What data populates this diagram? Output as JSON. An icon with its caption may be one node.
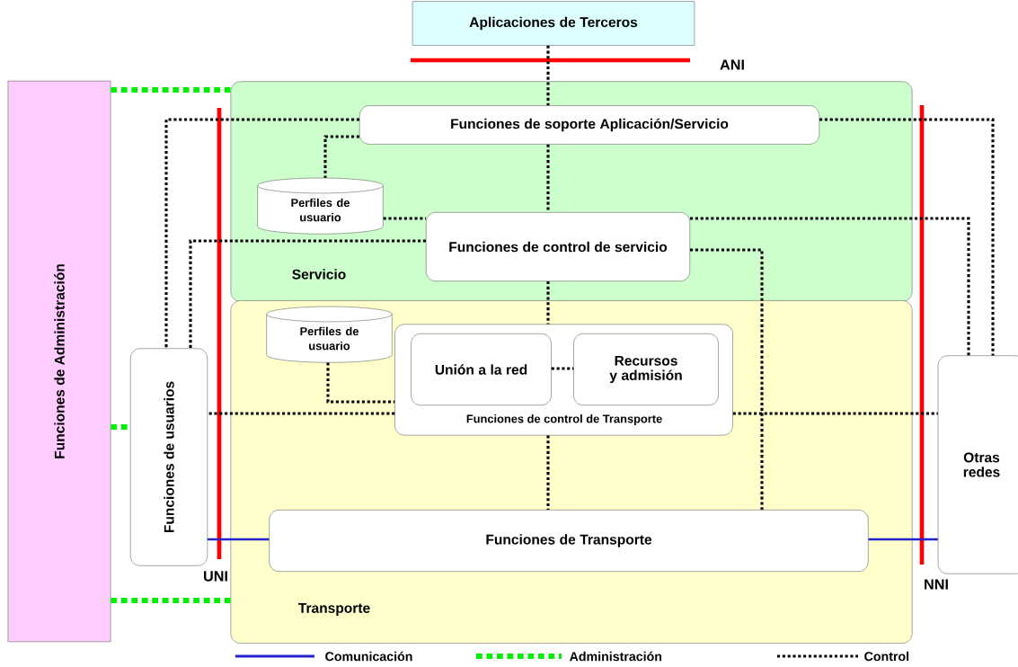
{
  "diagram": {
    "nodes": [
      {
        "text": [
          "Aplicaciones de Terceros"
        ]
      },
      {
        "text": [
          "Funciones de Administración"
        ]
      },
      {
        "text": [
          "Servicio"
        ]
      },
      {
        "text": [
          "Funciones de soporte Aplicación/Servicio"
        ],
        "in": 2
      },
      {
        "text": [
          "Perfiles de usuario"
        ],
        "in": 2
      },
      {
        "text": [
          "Funciones de control de servicio"
        ],
        "in": 2
      },
      {
        "text": [
          "Transporte"
        ]
      },
      {
        "text": [
          "Perfiles de usuario"
        ],
        "in": 6
      },
      {
        "text": [
          "Funciones de control de Transporte"
        ],
        "in": 6
      },
      {
        "text": [
          "Unión a la red"
        ],
        "in": 8
      },
      {
        "text": [
          "Recursos y admisión"
        ],
        "in": 8
      },
      {
        "text": [
          "Funciones de Transporte"
        ],
        "in": 6
      },
      {
        "text": [
          "Funciones de usuarios"
        ]
      },
      {
        "text": [
          "Otras redes"
        ]
      }
    ],
    "edges": [
      {
        "from": 0,
        "to": 3,
        "arrow": "none",
        "style": "dashed"
      },
      {
        "from": 3,
        "to": 5,
        "arrow": "none",
        "style": "dashed"
      },
      {
        "from": 3,
        "to": 4,
        "arrow": "none",
        "style": "dashed"
      },
      {
        "from": 4,
        "to": 5,
        "arrow": "none",
        "style": "dashed"
      },
      {
        "from": 3,
        "to": 12,
        "arrow": "none",
        "style": "dashed"
      },
      {
        "from": 5,
        "to": 12,
        "arrow": "none",
        "style": "dashed"
      },
      {
        "from": 3,
        "to": 13,
        "arrow": "none",
        "style": "dashed"
      },
      {
        "from": 5,
        "to": 13,
        "arrow": "none",
        "style": "dashed"
      },
      {
        "from": 5,
        "to": 8,
        "arrow": "none",
        "style": "dashed"
      },
      {
        "from": 5,
        "to": 11,
        "arrow": "none",
        "style": "dashed"
      },
      {
        "from": 7,
        "to": 8,
        "arrow": "none",
        "style": "dashed"
      },
      {
        "from": 9,
        "to": 10,
        "arrow": "none",
        "style": "dashed"
      },
      {
        "from": 8,
        "to": 12,
        "arrow": "none",
        "style": "dashed"
      },
      {
        "from": 8,
        "to": 13,
        "arrow": "none",
        "style": "dashed"
      },
      {
        "from": 8,
        "to": 11,
        "arrow": "none",
        "style": "dashed"
      },
      {
        "from": 12,
        "to": 11,
        "arrow": "none",
        "color": "#2222cc"
      },
      {
        "from": 11,
        "to": 13,
        "arrow": "none",
        "color": "#2222cc"
      },
      {
        "from": 1,
        "to": 2,
        "arrow": "none",
        "style": "dashed",
        "color": "#00ee00"
      },
      {
        "from": 1,
        "to": 12,
        "arrow": "none",
        "style": "dashed",
        "color": "#00ee00"
      },
      {
        "from": 1,
        "to": 6,
        "arrow": "none",
        "style": "dashed",
        "color": "#00ee00"
      }
    ],
    "labels": [
      "ANI",
      "UNI",
      "NNI"
    ],
    "legend": [
      {
        "text": "Comunicación"
      },
      {
        "text": "Administración"
      },
      {
        "text": "Control"
      }
    ]
  }
}
